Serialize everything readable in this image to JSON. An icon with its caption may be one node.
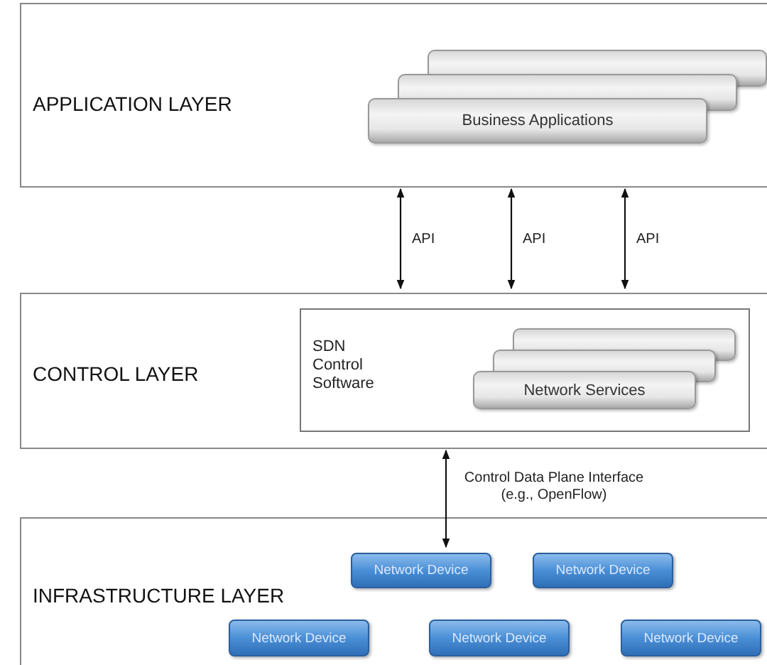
{
  "diagram": {
    "nodes": [
      {
        "text": [
          "APPLICATION LAYER"
        ]
      },
      {
        "text": [
          "Business Applications"
        ],
        "in": 0
      },
      {
        "text": [
          "CONTROL LAYER"
        ]
      },
      {
        "text": [
          "SDN Control Software"
        ],
        "in": 2
      },
      {
        "text": [
          "Network Services"
        ],
        "in": 3
      },
      {
        "text": [
          "INFRASTRUCTURE LAYER"
        ]
      },
      {
        "text": [
          "Network Device"
        ],
        "in": 5
      },
      {
        "text": [
          "Network Device"
        ],
        "in": 5
      },
      {
        "text": [
          "Network Device"
        ],
        "in": 5
      },
      {
        "text": [
          "Network Device"
        ],
        "in": 5
      },
      {
        "text": [
          "Network Device"
        ],
        "in": 5
      }
    ],
    "edges": [
      {
        "from": 0,
        "to": 2,
        "arrow": "both",
        "label": "API"
      },
      {
        "from": 0,
        "to": 2,
        "arrow": "both",
        "label": "API"
      },
      {
        "from": 0,
        "to": 2,
        "arrow": "both",
        "label": "API"
      },
      {
        "from": 2,
        "to": 6,
        "arrow": "both",
        "label": "Control Data Plane Interface (e.g., OpenFlow)"
      }
    ]
  }
}
